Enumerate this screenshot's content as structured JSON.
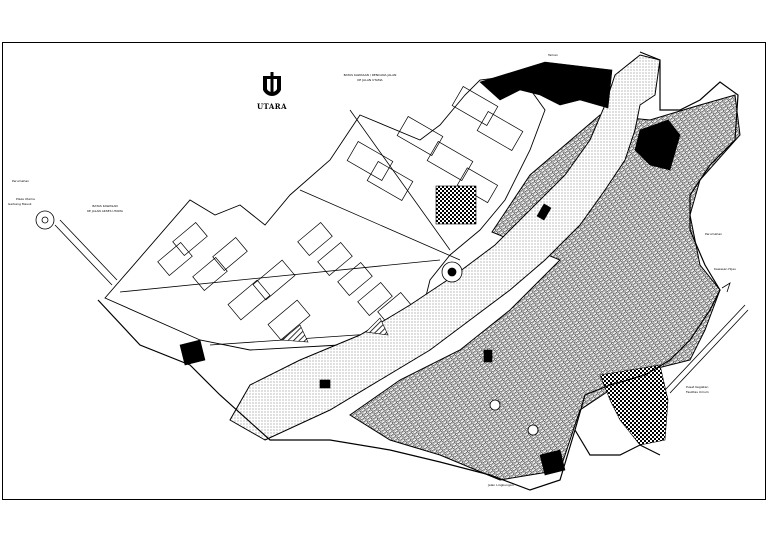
{
  "map": {
    "north_label": "UTARA",
    "north_icon": "north-arrow-icon",
    "annotations": [
      {
        "id": "top-note",
        "text": "BATAS KAWASAN / RENCANA JALAN"
      },
      {
        "id": "top-note-2",
        "text": "KE JALAN UTAMA"
      },
      {
        "id": "left-note",
        "text": "BATAS KAWASAN"
      },
      {
        "id": "left-note-2",
        "text": "KE JALAN AKSES UTAMA"
      },
      {
        "id": "west-label",
        "text": "Plaza Utama"
      },
      {
        "id": "west-label-2",
        "text": "Gerbang Masuk"
      },
      {
        "id": "far-left",
        "text": "Perumahan"
      },
      {
        "id": "east-label",
        "text": "Perumahan"
      },
      {
        "id": "east-label-2",
        "text": "Kawasan Hijau"
      },
      {
        "id": "se-label",
        "text": "Pusat Kegiatan"
      },
      {
        "id": "se-label-2",
        "text": "Fasilitas Umum"
      },
      {
        "id": "south-label",
        "text": "Jalan Lingkungan"
      },
      {
        "id": "ne-label",
        "text": "Taman"
      }
    ]
  },
  "colors": {
    "line": "#000000",
    "paper": "#ffffff",
    "river_fill": "#d9d9d9",
    "block_fill": "#3a3a3a"
  }
}
